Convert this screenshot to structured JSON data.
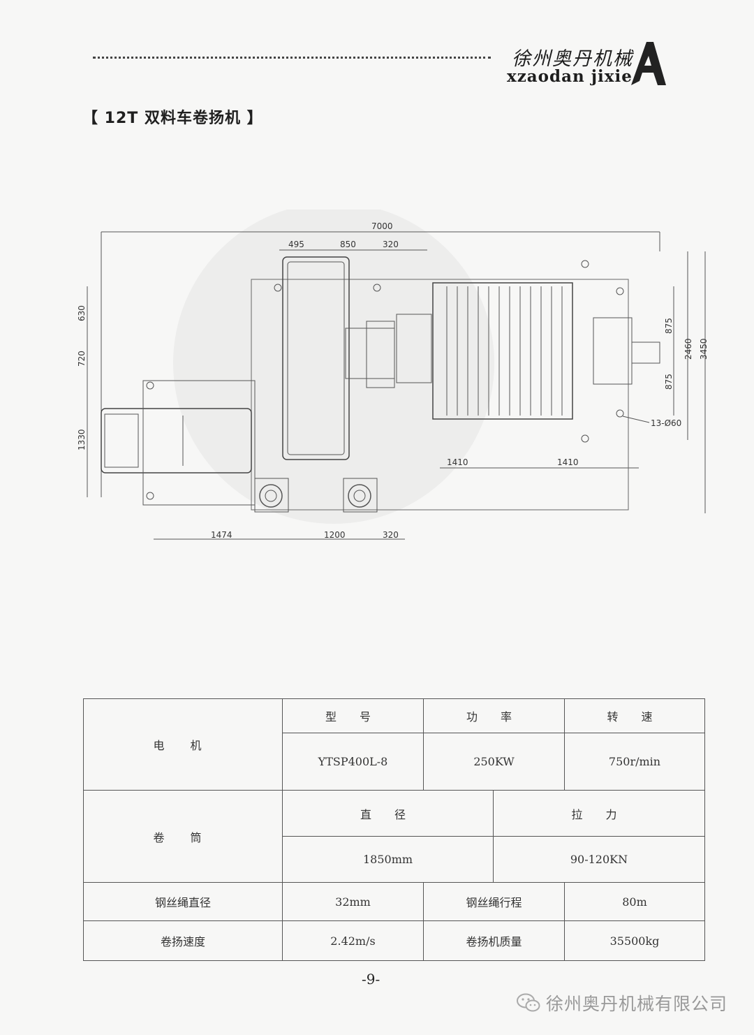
{
  "header": {
    "brand_cn": "徐州奥丹机械",
    "brand_en": "xzaodan jixie",
    "logo_letter": "A"
  },
  "title": "【 12T 双料车卷扬机 】",
  "drawing": {
    "labels": {
      "overall_length": "7000",
      "d495": "495",
      "d850": "850",
      "d320_top": "320",
      "d630": "630",
      "d720": "720",
      "d1330": "1330",
      "d1410_left": "1410",
      "d1410_right": "1410",
      "d1474": "1474",
      "d1200": "1200",
      "d320_bottom": "320",
      "d875_top": "875",
      "d875_bottom": "875",
      "d2460": "2460",
      "d3450": "3450",
      "holes": "13-Ø60"
    }
  },
  "table": {
    "motor_label": "电 机",
    "model_header": "型 号",
    "power_header": "功 率",
    "speed_header": "转 速",
    "model_value": "YTSP400L-8",
    "power_value": "250KW",
    "speed_value": "750r/min",
    "drum_label": "卷 筒",
    "diameter_header": "直 径",
    "tension_header": "拉 力",
    "diameter_value": "1850mm",
    "tension_value": "90-120KN",
    "rope_diameter_label": "钢丝绳直径",
    "rope_diameter_value": "32mm",
    "rope_travel_label": "钢丝绳行程",
    "rope_travel_value": "80m",
    "hoist_speed_label": "卷扬速度",
    "hoist_speed_value": "2.42m/s",
    "hoist_mass_label": "卷扬机质量",
    "hoist_mass_value": "35500kg"
  },
  "footer": {
    "page_number": "-9-",
    "watermark": "徐州奥丹机械有限公司",
    "wechat_icon": "wechat-icon"
  }
}
